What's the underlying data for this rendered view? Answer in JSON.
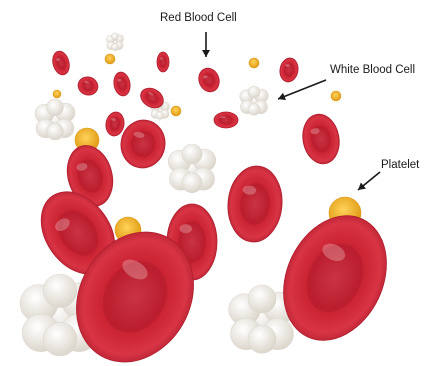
{
  "labels": {
    "red_blood_cell": "Red Blood Cell",
    "white_blood_cell": "White Blood Cell",
    "platelet": "Platelet"
  },
  "colors": {
    "red_cell": "#d62a3a",
    "red_cell_dark": "#b01e2e",
    "red_cell_center": "#e8505e",
    "platelet": "#f2b52c",
    "platelet_dark": "#d89a1a",
    "white_cell": "#f4f1ec",
    "white_cell_shade": "#ddd8cf",
    "arrow": "#1a1a1a"
  }
}
